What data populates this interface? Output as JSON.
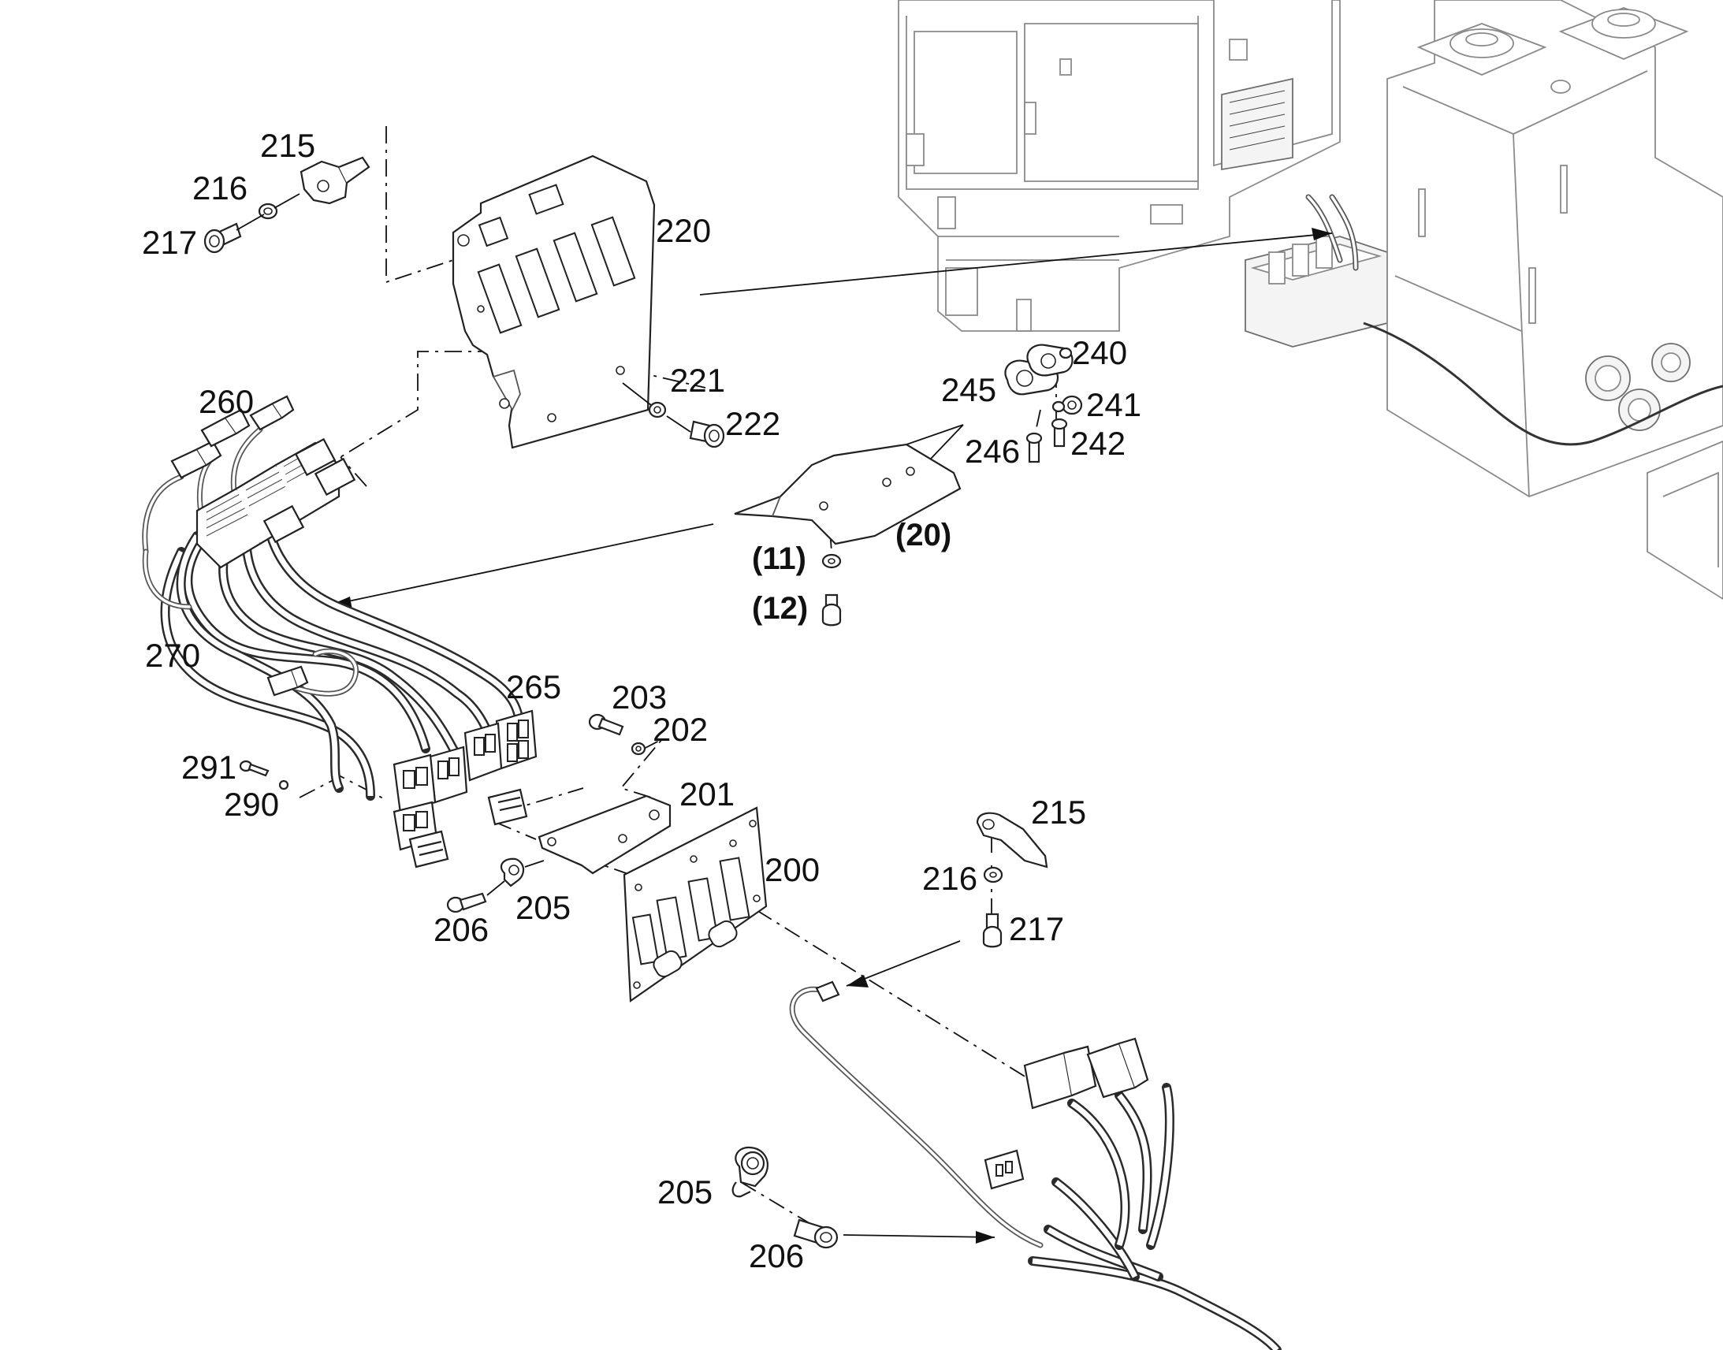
{
  "callouts": [
    {
      "id": "c215a",
      "text": "215"
    },
    {
      "id": "c216a",
      "text": "216"
    },
    {
      "id": "c217a",
      "text": "217"
    },
    {
      "id": "c220",
      "text": "220"
    },
    {
      "id": "c221",
      "text": "221"
    },
    {
      "id": "c222",
      "text": "222"
    },
    {
      "id": "c260",
      "text": "260"
    },
    {
      "id": "c270",
      "text": "270"
    },
    {
      "id": "c265",
      "text": "265"
    },
    {
      "id": "c240",
      "text": "240"
    },
    {
      "id": "c245",
      "text": "245"
    },
    {
      "id": "c241",
      "text": "241"
    },
    {
      "id": "c246",
      "text": "246"
    },
    {
      "id": "c242",
      "text": "242"
    },
    {
      "id": "c203",
      "text": "203"
    },
    {
      "id": "c202",
      "text": "202"
    },
    {
      "id": "c201",
      "text": "201"
    },
    {
      "id": "c200",
      "text": "200"
    },
    {
      "id": "c291",
      "text": "291"
    },
    {
      "id": "c290",
      "text": "290"
    },
    {
      "id": "c206a",
      "text": "206"
    },
    {
      "id": "c205a",
      "text": "205"
    },
    {
      "id": "c215b",
      "text": "215"
    },
    {
      "id": "c216b",
      "text": "216"
    },
    {
      "id": "c217b",
      "text": "217"
    },
    {
      "id": "c205b",
      "text": "205"
    },
    {
      "id": "c206b",
      "text": "206"
    }
  ],
  "references": [
    {
      "id": "r11",
      "text": "(11)"
    },
    {
      "id": "r12",
      "text": "(12)"
    },
    {
      "id": "r20",
      "text": "(20)"
    }
  ]
}
